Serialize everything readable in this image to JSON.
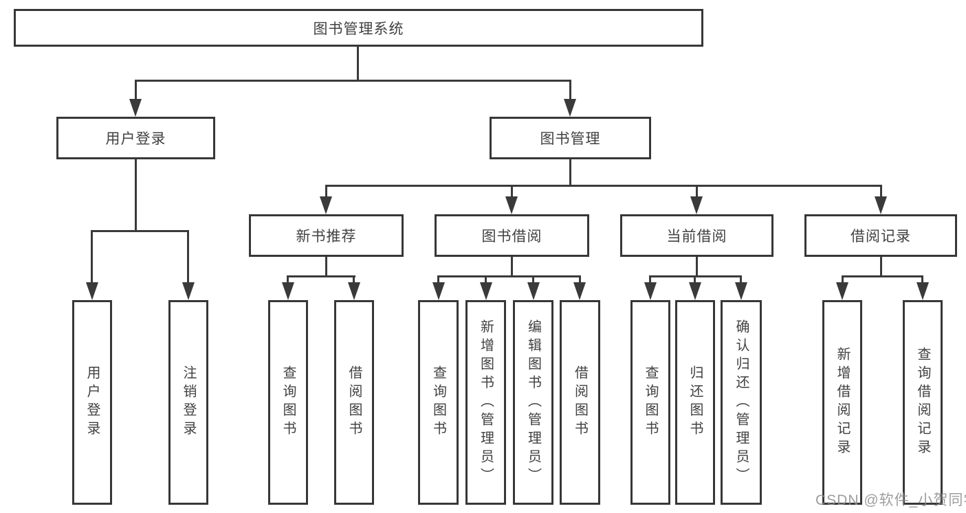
{
  "tree": {
    "root": {
      "label": "图书管理系统",
      "children": [
        {
          "label": "用户登录",
          "children": [
            {
              "label": "用户登录"
            },
            {
              "label": "注销登录"
            }
          ]
        },
        {
          "label": "图书管理",
          "children": [
            {
              "label": "新书推荐",
              "children": [
                {
                  "label": "查询图书"
                },
                {
                  "label": "借阅图书"
                }
              ]
            },
            {
              "label": "图书借阅",
              "children": [
                {
                  "label": "查询图书"
                },
                {
                  "label": "新增图书（管理员）"
                },
                {
                  "label": "编辑图书（管理员）"
                },
                {
                  "label": "借阅图书"
                }
              ]
            },
            {
              "label": "当前借阅",
              "children": [
                {
                  "label": "查询图书"
                },
                {
                  "label": "归还图书"
                },
                {
                  "label": "确认归还（管理员）"
                }
              ]
            },
            {
              "label": "借阅记录",
              "children": [
                {
                  "label": "新增借阅记录"
                },
                {
                  "label": "查询借阅记录"
                }
              ]
            }
          ]
        }
      ]
    }
  },
  "watermark": {
    "text": "CSDN @软件_小贺同学"
  },
  "colors": {
    "line": "#3a3a3a",
    "border": "#373737",
    "text": "#414141",
    "watermark": "#8c8c8c",
    "background": "#ffffff"
  }
}
